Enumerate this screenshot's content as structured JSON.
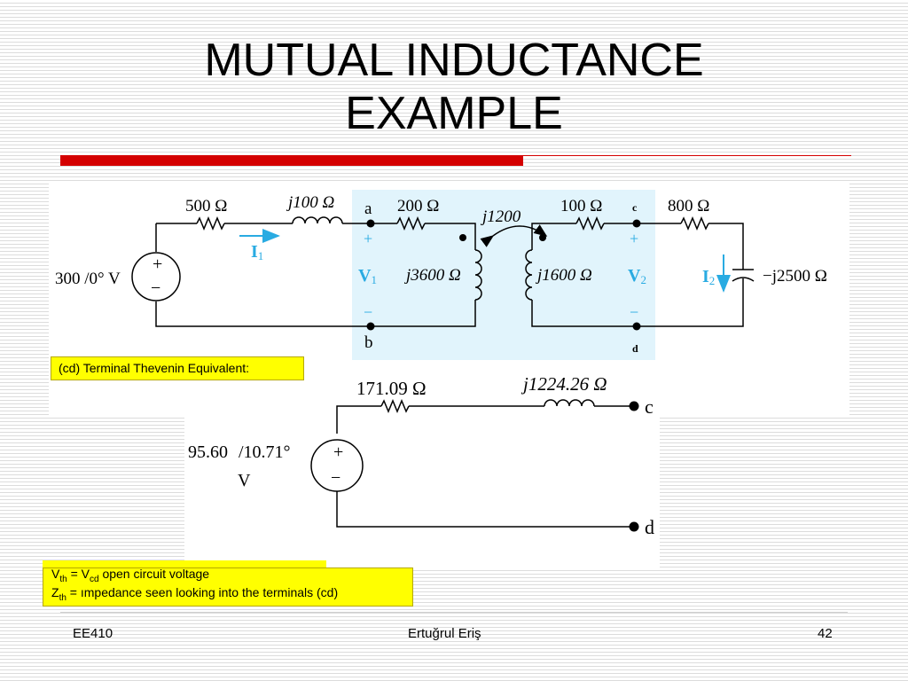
{
  "slide": {
    "title_line1": "MUTUAL INDUCTANCE",
    "title_line2": "EXAMPLE",
    "footer_left": "EE410",
    "footer_center": "Ertuğrul Eriş",
    "footer_right": "42"
  },
  "circuit_top": {
    "source": "300 /0° V",
    "r1": "500 Ω",
    "l1": "j100 Ω",
    "node_a": "a",
    "node_b": "b",
    "r2": "200 Ω",
    "mutual": "j1200",
    "primary": "j3600 Ω",
    "secondary": "j1600 Ω",
    "r3": "100 Ω",
    "node_c": "c",
    "node_d": "d",
    "r4": "800 Ω",
    "cap": "−j2500 Ω",
    "i1_label": "I",
    "i1_sub": "1",
    "i2_label": "I",
    "i2_sub": "2",
    "v1_label": "V",
    "v1_sub": "1",
    "v2_label": "V",
    "v2_sub": "2",
    "plus": "+",
    "minus": "−"
  },
  "annotation": "(cd)  Terminal Thevenin Equivalent:",
  "circuit_thevenin": {
    "resistor": "171.09 Ω",
    "inductor": "j1224.26 Ω",
    "source_mag": "95.60",
    "source_angle": "/10.71°",
    "source_unit": "V",
    "node_c": "c",
    "node_d": "d",
    "plus": "+",
    "minus": "−"
  },
  "definitions": {
    "vth_sym": "V",
    "vth_sub": "th",
    "vth_eq": " =  ",
    "vcd_sym": "V",
    "vcd_sub": "cd",
    "vth_desc": "  open circuit voltage",
    "zth_sym": "Z",
    "zth_sub": "th",
    "zth_desc": " = ımpedance seen looking into the terminals (cd)"
  },
  "colors": {
    "accent_red": "#d40000",
    "highlight_blue": "#e1f4fc",
    "current_arrow": "#29abe2",
    "note_yellow": "#ffff00"
  }
}
